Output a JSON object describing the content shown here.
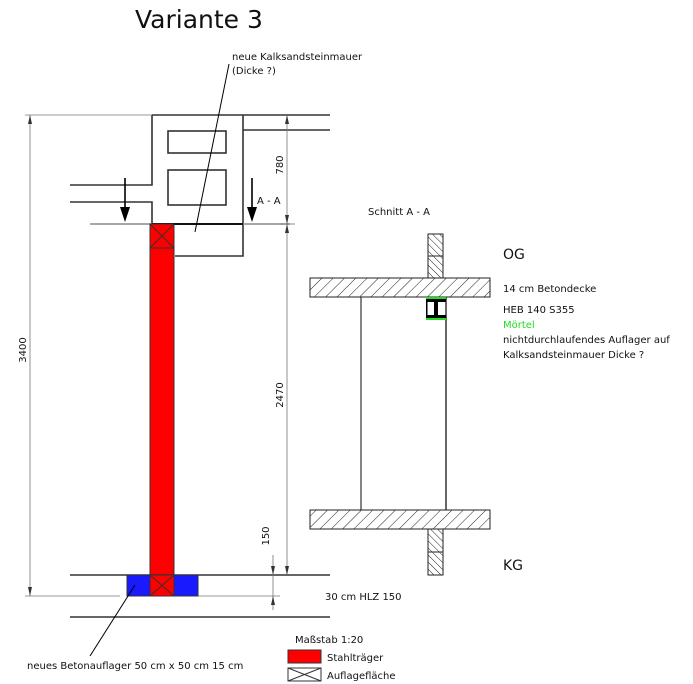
{
  "title": "Variante 3",
  "labels": {
    "new_wall": "neue Kalksandsteinmauer",
    "new_wall_thickness": "(Dicke ?)",
    "section_mark": "A - A",
    "dim_total": "3400",
    "dim_780": "780",
    "dim_2470": "2470",
    "dim_150": "150",
    "hlz": "30 cm HLZ 150",
    "concrete_support": "neues Betonauflager 50 cm x 50 cm 15 cm"
  },
  "section": {
    "title": "Schnitt A - A",
    "upper_floor": "OG",
    "slab": "14 cm Betondecke",
    "beam": "HEB 140 S355",
    "mortar": "Mörtel",
    "note_line1": "nichtdurchlaufendes Auflager auf",
    "note_line2": "Kalksandsteinmauer Dicke ?",
    "lower_floor": "KG"
  },
  "legend": {
    "scale": "Maßstab 1:20",
    "items": [
      {
        "label": "Stahlträger",
        "color": "#ff0000"
      },
      {
        "label": "Auflagefläche"
      }
    ]
  },
  "colors": {
    "steel": "#ff0000",
    "concrete": "#1a1aff",
    "mortar": "#22dd22"
  }
}
